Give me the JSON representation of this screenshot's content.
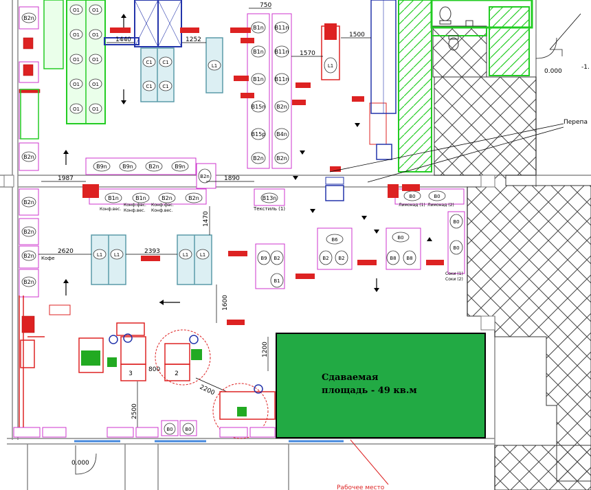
{
  "colors": {
    "wall": "#7a7a7a",
    "magenta": "#cc33cc",
    "green": "#22cc22",
    "red": "#dd2222",
    "blue": "#2233aa",
    "teal": "#5a9aa8",
    "rental": "#22aa44",
    "hatch": "#333333"
  },
  "rental": {
    "line1": "Сдаваемая",
    "line2": "площадь - 49 кв.м"
  },
  "dimensions": {
    "d1440": "1440",
    "d1252": "1252",
    "d750": "750",
    "d1500": "1500",
    "d1570": "1570",
    "d1987": "1987",
    "d1890": "1890",
    "d1470": "1470",
    "d2620": "2620",
    "d2393": "2393",
    "d1600": "1600",
    "d1200": "1200",
    "d800": "800",
    "d2500": "2500",
    "d2200": "2200",
    "elev1": "0.000",
    "elev2": "0.000",
    "elev3": "-1."
  },
  "labels": {
    "perepad": "Перепа",
    "textile": "Текстиль (1)",
    "konf1": "Конф.вес.",
    "konf2": "Конф.фас.",
    "konf3": "Конф.вес.",
    "konf4": "Конф.фас.",
    "konf5": "Конф.вес.",
    "lim1": "Лимонад (1)",
    "lim2": "Лимонад (2)",
    "checkout3": "3",
    "checkout2": "2",
    "rabochee": "Рабочее место",
    "sk": "Соки (1)",
    "sk2": "Соки (2)",
    "kofe": "Кофе"
  },
  "modules": {
    "b1n": "B1n",
    "b2n": "B2n",
    "b9n": "B9n",
    "b11n": "B11n",
    "b13n": "B13n",
    "b15n": "B15n",
    "b15p": "B15p",
    "b4n": "B4n",
    "b9": "B9",
    "b2": "B2",
    "b1": "B1",
    "b0": "B0",
    "b8": "B8",
    "b6": "B6",
    "o1": "O1",
    "l1": "L1",
    "c1": "C1"
  }
}
